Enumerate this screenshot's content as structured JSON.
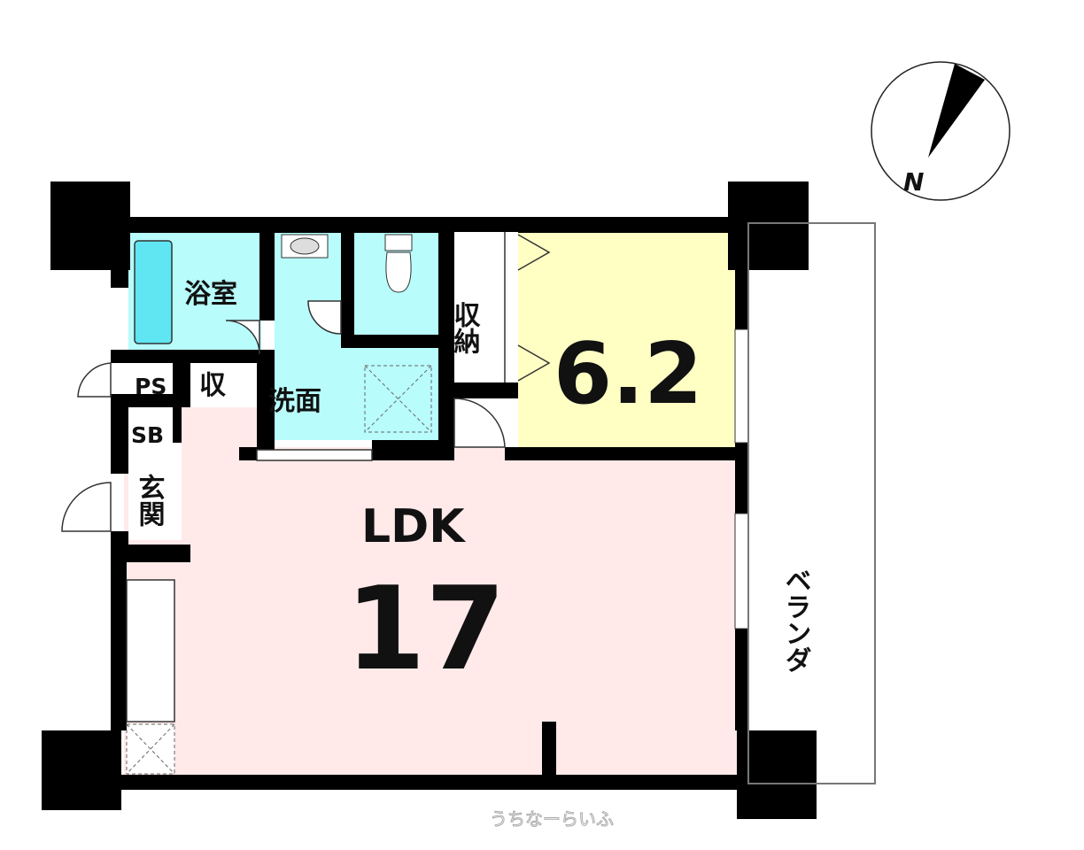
{
  "rooms": {
    "bath": "浴室",
    "washroom": "洗面",
    "storage": "収納",
    "storage_small": "収",
    "ps": "PS",
    "sb": "SB",
    "entrance": "玄関",
    "bedroom_size": "6.2",
    "ldk_label": "LDK",
    "ldk_size": "17",
    "veranda": "ベランダ"
  },
  "compass": {
    "label": "N"
  },
  "watermark": "うちなーらいふ",
  "colors": {
    "wet_area": "#b8fcfc",
    "bathtub": "#5fe6f2",
    "bedroom": "#ffffc4",
    "ldk": "#ffe9e9",
    "wall": "#000000"
  }
}
